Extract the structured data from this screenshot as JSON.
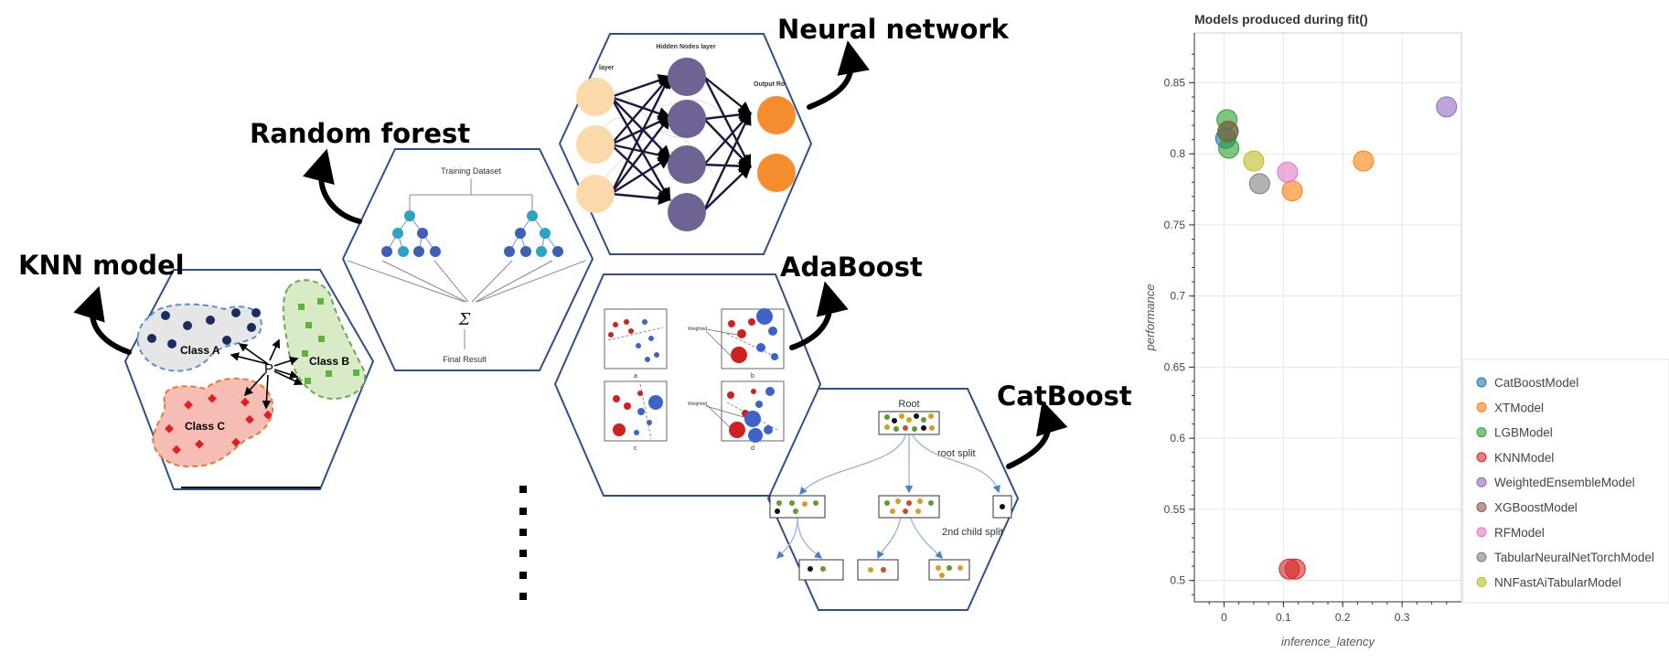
{
  "labels": {
    "knn": "KNN model",
    "random_forest": "Random forest",
    "neural_network": "Neural network",
    "adaboost": "AdaBoost",
    "catboost": "CatBoost"
  },
  "knn_panel": {
    "class_a": "Class A",
    "class_b": "Class B",
    "class_c": "Class C",
    "point": "P"
  },
  "rf_panel": {
    "top": "Training Dataset",
    "sum": "Σ",
    "bottom": "Final Result"
  },
  "nn_panel": {
    "hidden": "Hidden Nodes layer",
    "input": "layer",
    "output": "Output Ro"
  },
  "ada_panel": {
    "a": "a",
    "b": "b",
    "c": "c",
    "d": "d",
    "weighted1": "Weighted",
    "weighted2": "Weighted"
  },
  "cat_panel": {
    "root": "Root",
    "root_split": "root split",
    "child_split": "2nd child split"
  },
  "chart_data": {
    "type": "scatter",
    "title": "Models produced during fit()",
    "xlabel": "inference_latency",
    "ylabel": "performance",
    "xlim": [
      -0.05,
      0.4
    ],
    "ylim": [
      0.485,
      0.885
    ],
    "xticks": [
      0,
      0.1,
      0.2,
      0.3
    ],
    "xtick_labels": [
      "0",
      "0.1",
      "0.2",
      "0.3"
    ],
    "yticks": [
      0.5,
      0.55,
      0.6,
      0.65,
      0.7,
      0.75,
      0.8,
      0.85
    ],
    "ytick_labels": [
      "0.5",
      "0.55",
      "0.6",
      "0.65",
      "0.7",
      "0.75",
      "0.8",
      "0.85"
    ],
    "grid": true,
    "legend_position": "right",
    "series": [
      {
        "name": "CatBoostModel",
        "color": "#1f77b4",
        "points": [
          [
            0.003,
            0.811
          ]
        ]
      },
      {
        "name": "XTModel",
        "color": "#ff7f0e",
        "points": [
          [
            0.115,
            0.774
          ],
          [
            0.235,
            0.795
          ]
        ]
      },
      {
        "name": "LGBModel",
        "color": "#2ca02c",
        "points": [
          [
            0.005,
            0.824
          ],
          [
            0.008,
            0.804
          ],
          [
            0.006,
            0.815
          ]
        ]
      },
      {
        "name": "KNNModel",
        "color": "#d62728",
        "points": [
          [
            0.11,
            0.508
          ],
          [
            0.12,
            0.508
          ]
        ]
      },
      {
        "name": "WeightedEnsembleModel",
        "color": "#9467bd",
        "points": [
          [
            0.375,
            0.833
          ]
        ]
      },
      {
        "name": "XGBoostModel",
        "color": "#8c564b",
        "points": [
          [
            0.007,
            0.816
          ]
        ]
      },
      {
        "name": "RFModel",
        "color": "#e377c2",
        "points": [
          [
            0.107,
            0.787
          ]
        ]
      },
      {
        "name": "TabularNeuralNetTorchModel",
        "color": "#7f7f7f",
        "points": [
          [
            0.06,
            0.779
          ]
        ]
      },
      {
        "name": "NNFastAiTabularModel",
        "color": "#bcbd22",
        "points": [
          [
            0.05,
            0.795
          ]
        ]
      }
    ]
  }
}
